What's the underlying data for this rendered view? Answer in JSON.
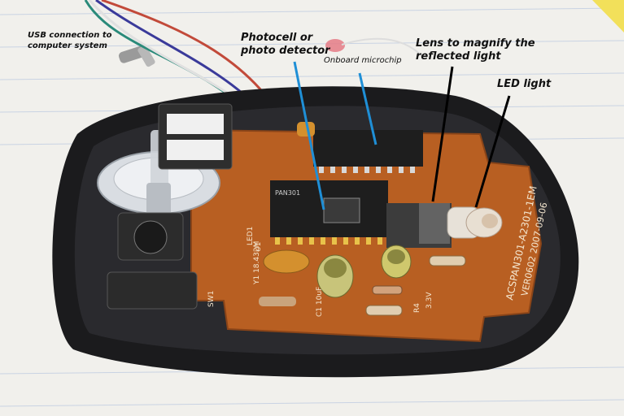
{
  "labels": {
    "usb": "USB connection to computer system",
    "photocell": "Photocell or photo detector",
    "microchip": "Onboard microchip",
    "lens": "Lens to magnify the reflected light",
    "led": "LED light"
  },
  "board_print": {
    "part_main": "ACSPAN301-A2301-1EM",
    "version": "VER0602  2007-09-06",
    "sensor_text": "PAN301",
    "cap1": "C1 10uF",
    "r4": "R4",
    "v33": "3.3V",
    "sw1": "SW1",
    "y1": "Y1 18.432M",
    "u1": "U1",
    "led1": "LED1"
  },
  "colors": {
    "paper": "#f1f0ec",
    "shell": "#1b1b1d",
    "pcb": "#b85f22",
    "chip": "#1e1e1e",
    "annotation_blue": "#1f8fd6",
    "annotation_black": "#000000"
  }
}
